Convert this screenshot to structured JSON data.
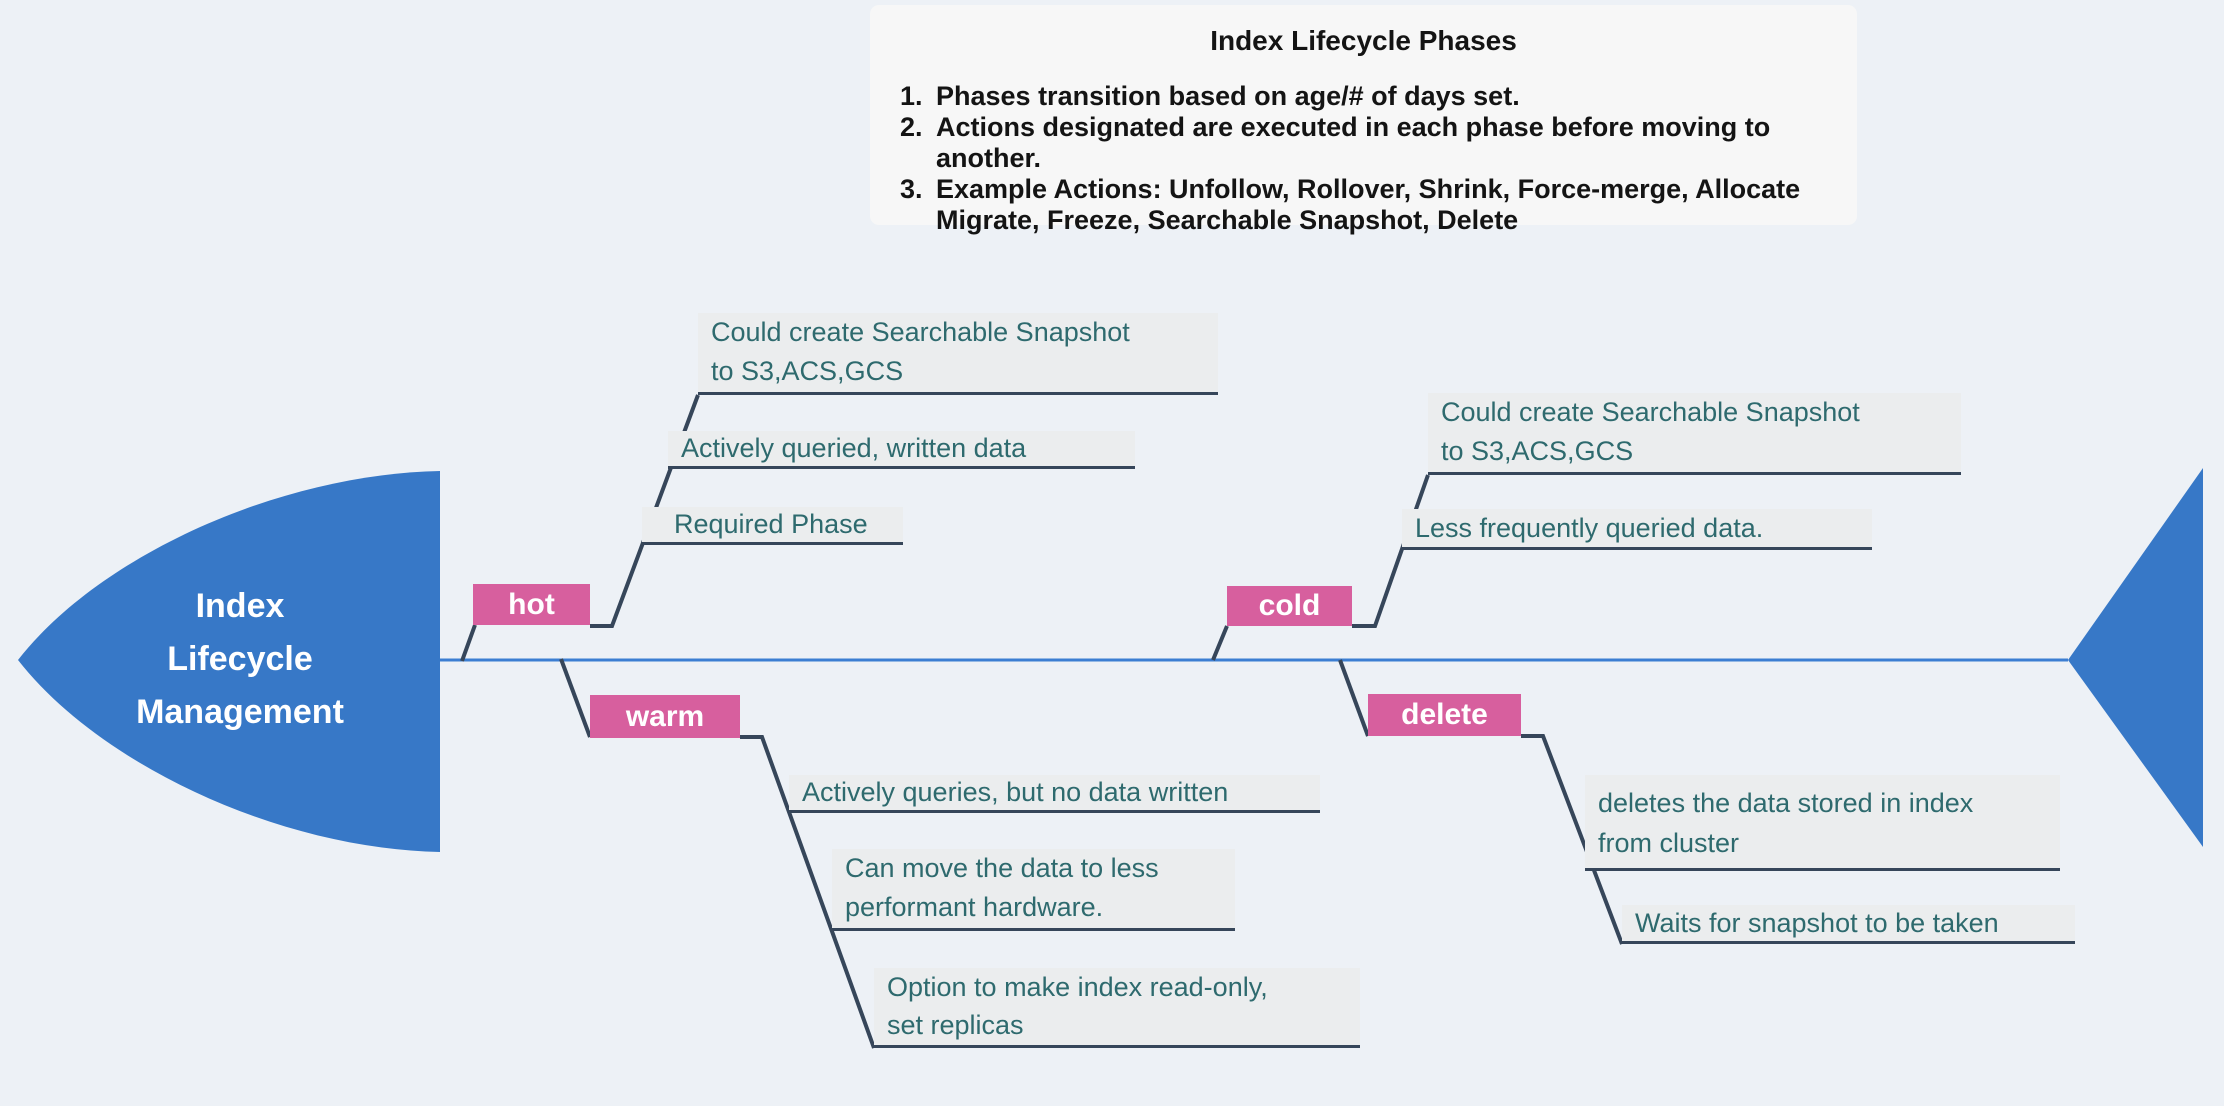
{
  "note": {
    "title": "Index Lifecycle Phases",
    "items": [
      {
        "num": "1.",
        "text": "Phases transition based on age/# of days set."
      },
      {
        "num": "2.",
        "text": "Actions designated are executed in each phase before moving to another."
      },
      {
        "num": "3.",
        "text": "Example Actions: Unfollow, Rollover, Shrink, Force-merge, Allocate Migrate, Freeze, Searchable Snapshot, Delete"
      }
    ]
  },
  "head": {
    "lines": [
      "Index",
      "Lifecycle",
      "Management"
    ]
  },
  "phases": [
    {
      "label": "hot",
      "items": [
        {
          "lines": [
            "Could create Searchable Snapshot",
            "to S3,ACS,GCS"
          ]
        },
        {
          "lines": [
            "Actively queried, written data",
            ""
          ]
        },
        {
          "lines": [
            "Required Phase",
            ""
          ]
        }
      ]
    },
    {
      "label": "warm",
      "items": [
        {
          "lines": [
            "Actively queries, but no data written",
            ""
          ]
        },
        {
          "lines": [
            "Can move the data to less",
            "performant hardware."
          ]
        },
        {
          "lines": [
            "Option to make index read-only,",
            "set replicas"
          ]
        }
      ]
    },
    {
      "label": "cold",
      "items": [
        {
          "lines": [
            "Could create Searchable Snapshot",
            "to S3,ACS,GCS"
          ]
        },
        {
          "lines": [
            "Less frequently queried data.",
            ""
          ]
        }
      ]
    },
    {
      "label": "delete",
      "items": [
        {
          "lines": [
            "deletes the data stored in index",
            "from cluster"
          ]
        },
        {
          "lines": [
            "Waits for snapshot to be taken",
            ""
          ]
        }
      ]
    }
  ],
  "colors": {
    "page_bg": "#edf1f6",
    "note_bg": "#f7f7f7",
    "label_bg": "#ebedee",
    "label_text": "#2e6a6e",
    "phase_pill": "#d75f9e",
    "branch_line": "#36465a",
    "spine_line": "#3c7ed2",
    "fish_blue": "#3778c7",
    "note_text": "#141414",
    "head_text": "#ffffff"
  }
}
